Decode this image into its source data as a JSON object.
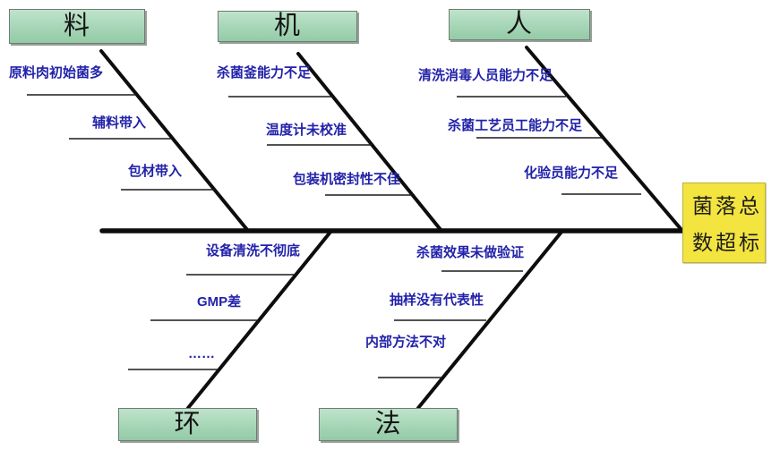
{
  "diagram": {
    "type": "fishbone-cause-effect",
    "effect": {
      "text": "菌落总数超标"
    },
    "categories": [
      {
        "id": "liao",
        "label": "料",
        "position": "top",
        "causes": [
          "原料肉初始菌多",
          "辅料带入",
          "包材带入"
        ]
      },
      {
        "id": "ji",
        "label": "机",
        "position": "top",
        "causes": [
          "杀菌釜能力不足",
          "温度计未校准",
          "包装机密封性不佳"
        ]
      },
      {
        "id": "ren",
        "label": "人",
        "position": "top",
        "causes": [
          "清洗消毒人员能力不足",
          "杀菌工艺员工能力不足",
          "化验员能力不足"
        ]
      },
      {
        "id": "huan",
        "label": "环",
        "position": "bottom",
        "causes": [
          "设备清洗不彻底",
          "GMP差",
          "……"
        ]
      },
      {
        "id": "fa",
        "label": "法",
        "position": "bottom",
        "causes": [
          "杀菌效果未做验证",
          "抽样没有代表性",
          "内部方法不对"
        ]
      }
    ],
    "colors": {
      "category_box_fill_top": "#c0e3cc",
      "category_box_fill_bottom": "#94caa7",
      "category_box_border": "#6e7d71",
      "effect_box_fill": "#f3e440",
      "effect_box_border": "#bdb23a",
      "cause_text": "#2222aa",
      "line": "#0d0d0d",
      "background": "#ffffff"
    }
  }
}
